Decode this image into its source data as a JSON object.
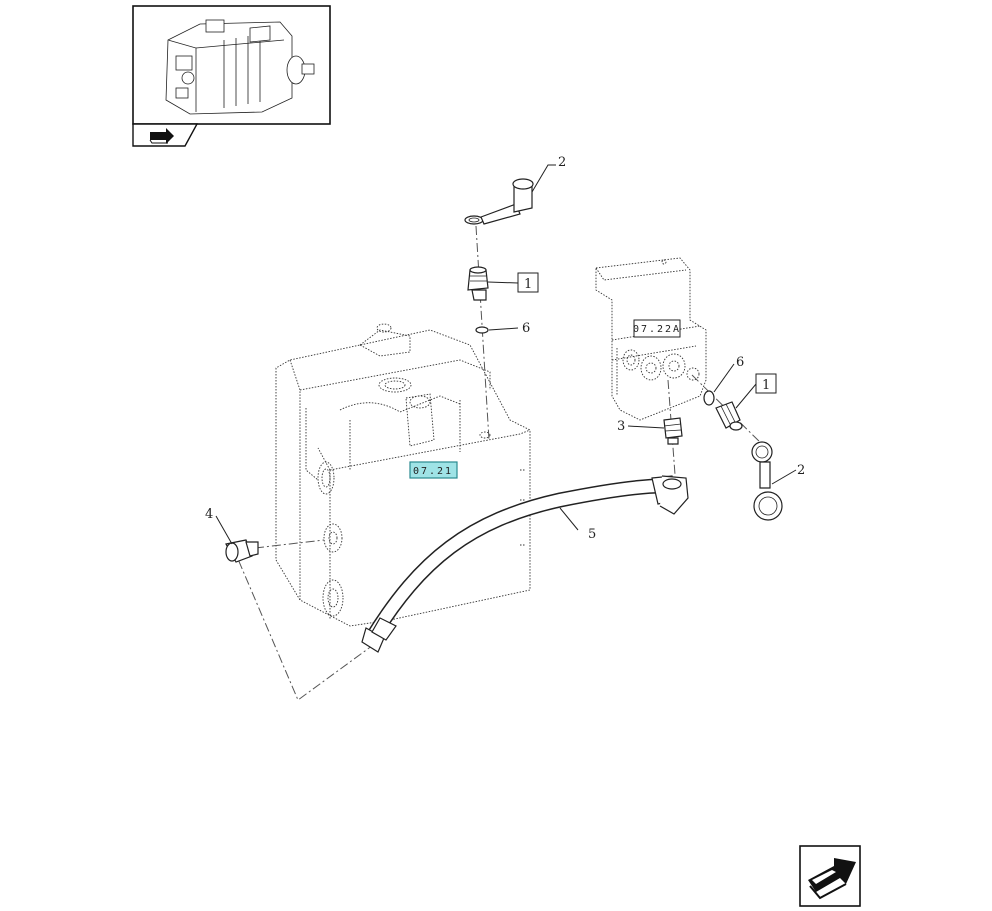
{
  "callouts": {
    "c_2_top": "2",
    "c_1_top": "1",
    "c_6_top": "6",
    "c_6_right": "6",
    "c_1_right": "1",
    "c_3": "3",
    "c_2_right": "2",
    "c_4": "4",
    "c_5": "5"
  },
  "refs": {
    "block_ref": "07.21",
    "valve_ref": "07.22A"
  },
  "colors": {
    "highlight": "#9fe3e6",
    "line": "#222222"
  },
  "icons": {
    "thumbnail": "pump-assembly-thumbnail",
    "nav_back": "back-arrow-icon",
    "nav_next": "next-arrow-icon"
  }
}
